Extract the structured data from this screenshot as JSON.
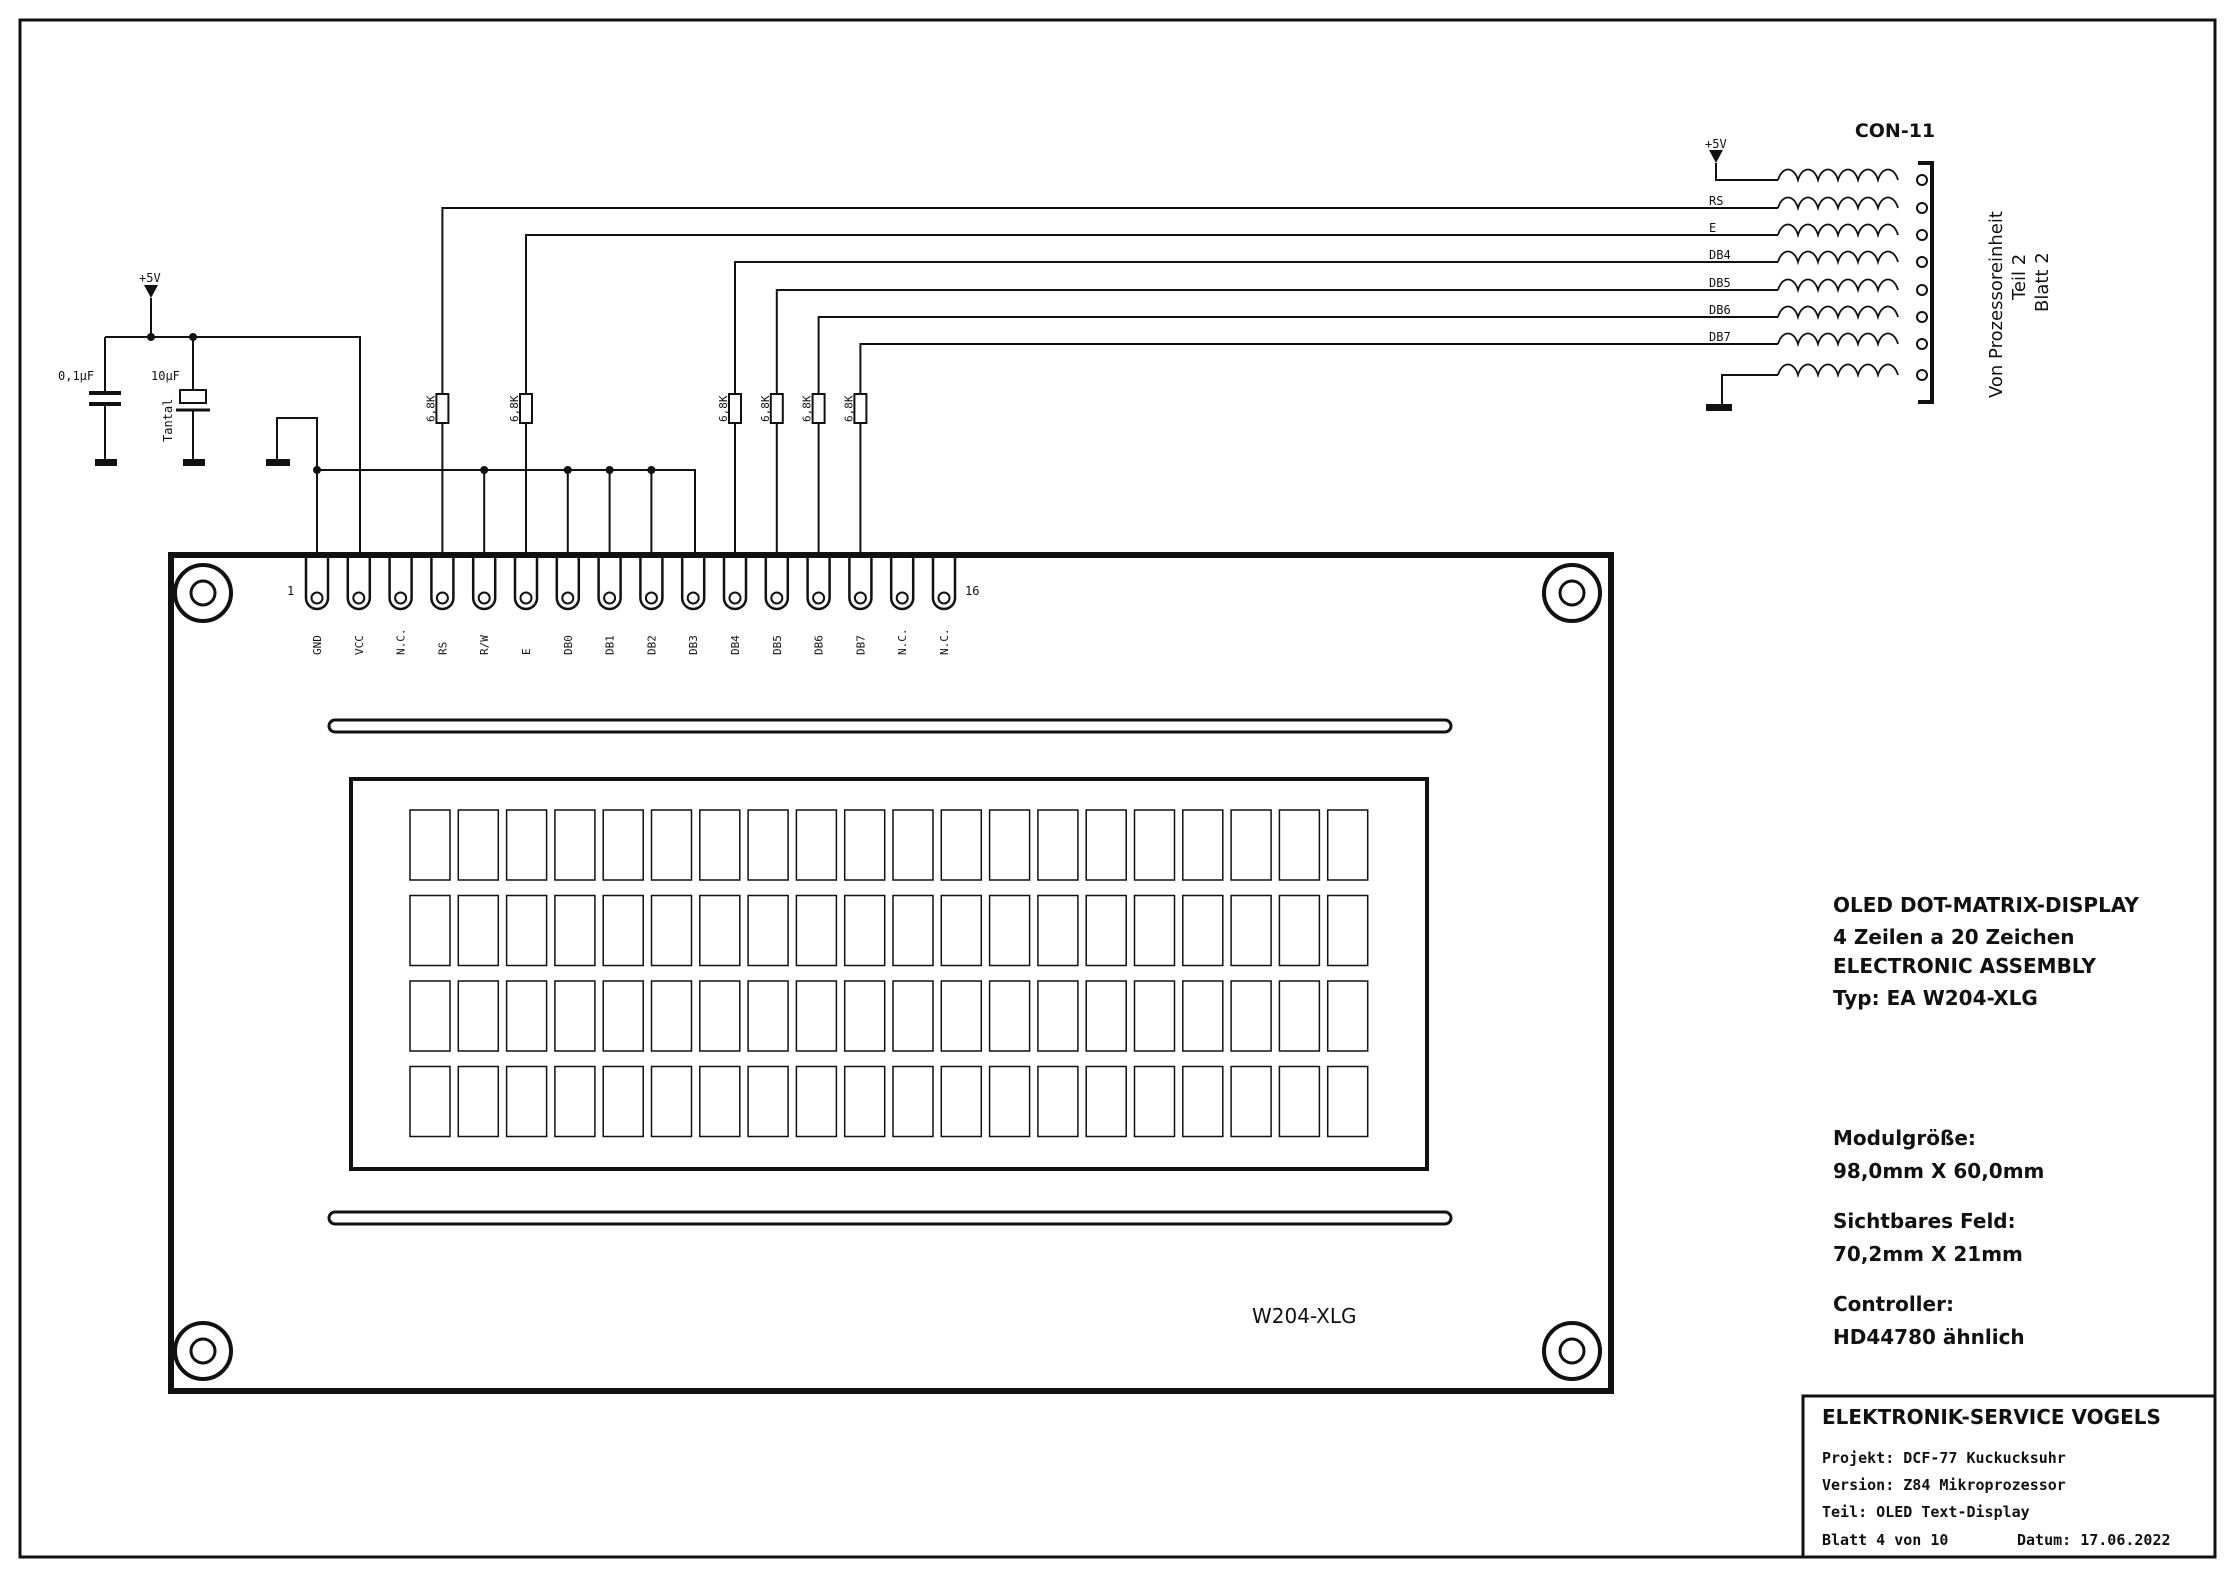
{
  "connector": {
    "title": "CON-11",
    "source_line1": "Von Prozessoreinheit",
    "source_line2": "Teil 2",
    "source_line3": "Blatt 2",
    "vcc_label": "+5V",
    "signals": [
      "RS",
      "E",
      "DB4",
      "DB5",
      "DB6",
      "DB7"
    ]
  },
  "power": {
    "vcc_label": "+5V",
    "cap1_value": "0,1µF",
    "cap2_value": "10µF",
    "cap2_type": "Tantal"
  },
  "resistors": {
    "value": "6,8K"
  },
  "module": {
    "pin_first": "1",
    "pin_last": "16",
    "pin_labels": [
      "GND",
      "VCC",
      "N.C.",
      "RS",
      "R/W",
      "E",
      "DB0",
      "DB1",
      "DB2",
      "DB3",
      "DB4",
      "DB5",
      "DB6",
      "DB7",
      "N.C.",
      "N.C."
    ],
    "model_label": "W204-XLG",
    "rows": 4,
    "columns": 20
  },
  "description": {
    "line1": "OLED DOT-MATRIX-DISPLAY",
    "line2": "4 Zeilen a 20 Zeichen",
    "line3": "ELECTRONIC ASSEMBLY",
    "line4": "Typ: EA W204-XLG",
    "size_label": "Modulgröße:",
    "size_value": "98,0mm X 60,0mm",
    "view_label": "Sichtbares Feld:",
    "view_value": "70,2mm X 21mm",
    "ctrl_label": "Controller:",
    "ctrl_value": "HD44780 ähnlich"
  },
  "title_block": {
    "company": "ELEKTRONIK-SERVICE VOGELS",
    "project": "Projekt: DCF-77 Kuckucksuhr",
    "version": "Version: Z84 Mikroprozessor",
    "part": "Teil: OLED Text-Display",
    "sheet": "Blatt 4 von 10",
    "date": "Datum: 17.06.2022"
  }
}
